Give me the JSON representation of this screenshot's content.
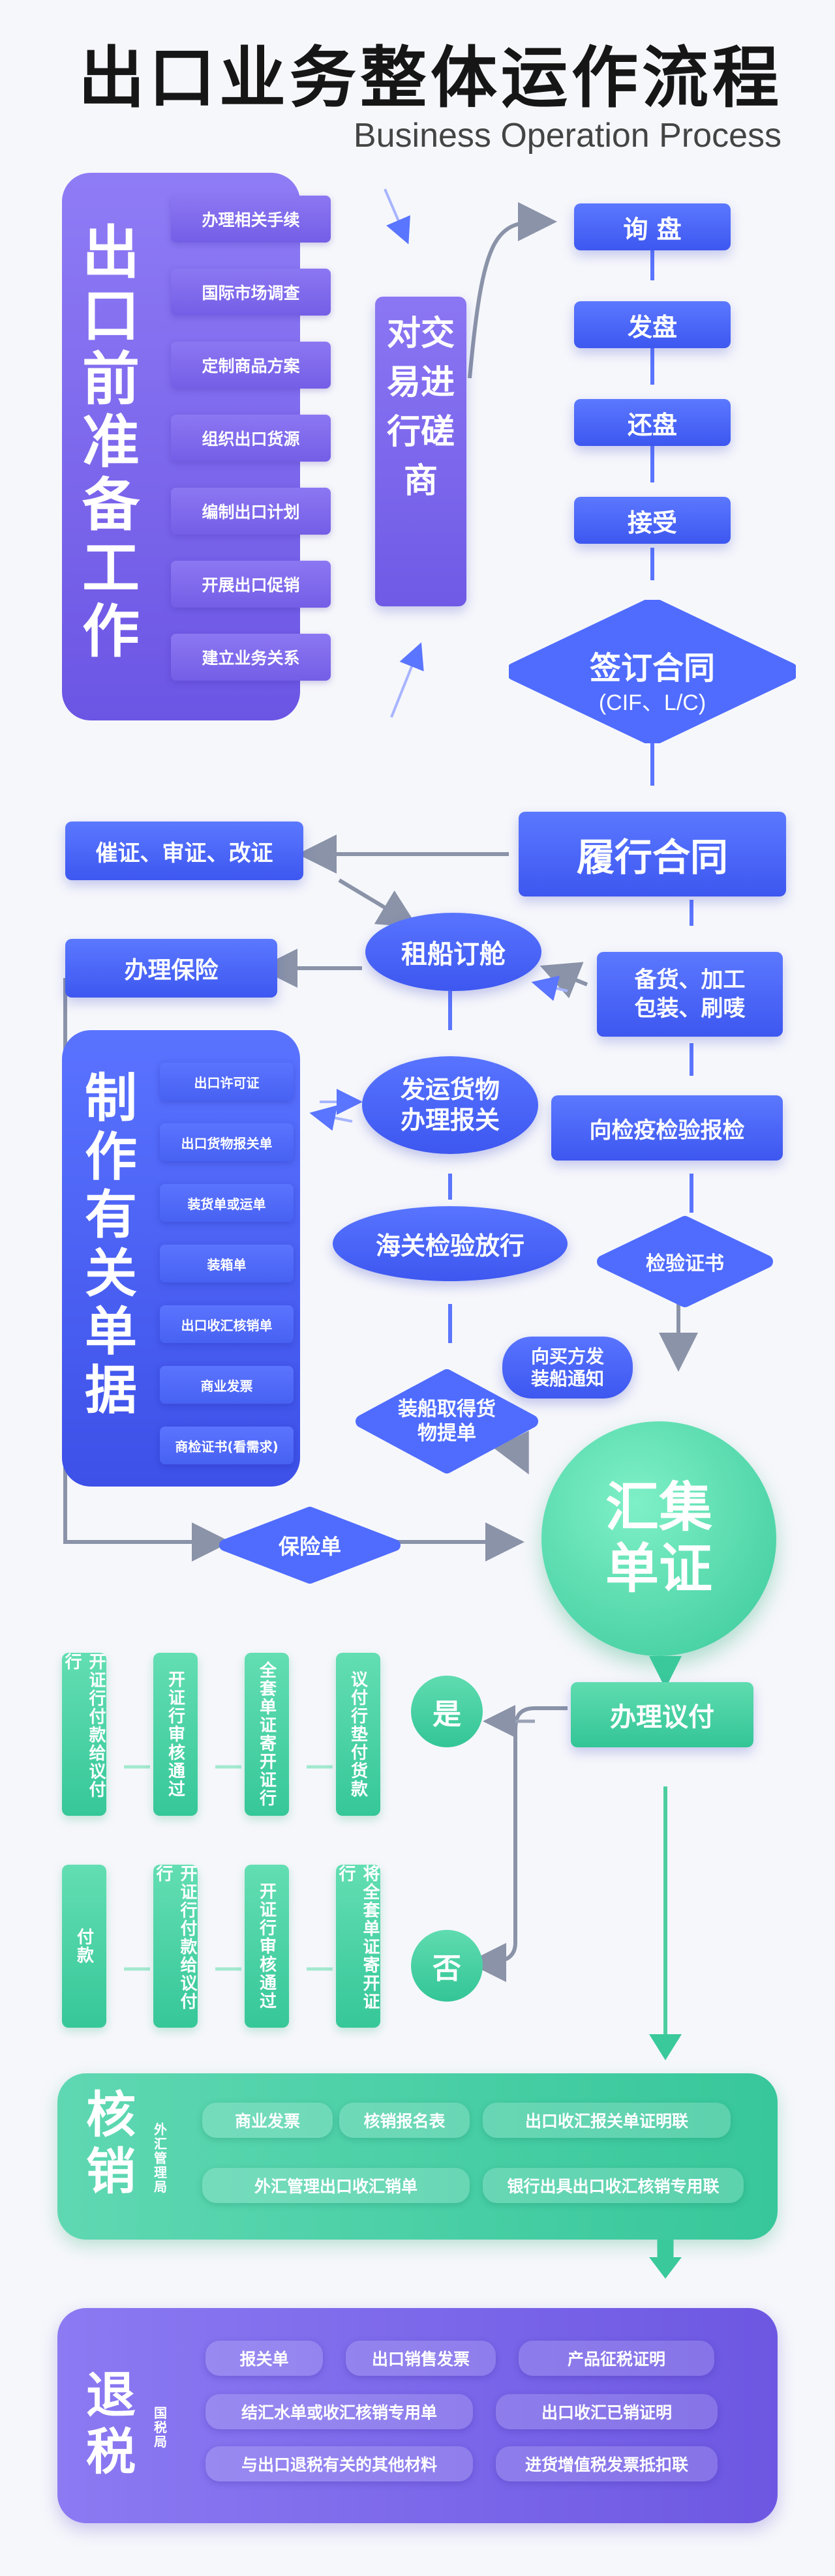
{
  "header": {
    "title": "出口业务整体运作流程",
    "subtitle": "Business Operation Process"
  },
  "pre_export": {
    "title": "出口前准备工作",
    "items": [
      "办理相关手续",
      "国际市场调查",
      "定制商品方案",
      "组织出口货源",
      "编制出口计划",
      "开展出口促销",
      "建立业务关系"
    ]
  },
  "negotiate": {
    "title": "对交易进行磋商"
  },
  "offers": [
    "询 盘",
    "发盘",
    "还盘",
    "接受"
  ],
  "contract": {
    "title": "签订合同",
    "subtitle": "(CIF、L/C)"
  },
  "fulfill": {
    "title": "履行合同"
  },
  "urge": "催证、审证、改证",
  "charter": "租船订舱",
  "prepare_goods": "备货、加工\n包装、刷唛",
  "insurance": "办理保险",
  "docs": {
    "title": "制作有关单据",
    "items": [
      "出口许可证",
      "出口货物报关单",
      "装货单或运单",
      "装箱单",
      "出口收汇核销单",
      "商业发票",
      "商检证书(看需求)"
    ]
  },
  "ship": "发运货物\n办理报关",
  "inspect": "向检疫检验报检",
  "customs": "海关检验放行",
  "certificate": "检验证书",
  "notify": "向买方发\n装船通知",
  "bill": "装船取得货\n物提单",
  "collect": "汇集\n单证",
  "policy": "保险单",
  "negotiation_pay": "办理议付",
  "yes": "是",
  "no": "否",
  "yes_flow": [
    "开证行付款给议付行",
    "开证行审核通过",
    "全套单证寄开证行",
    "议付行垫付货款"
  ],
  "no_flow": [
    "付款",
    "开证行付款给议付行",
    "开证行审核通过",
    "将全套单证寄开证行"
  ],
  "verify": {
    "title": "核销",
    "side": "外汇管理局",
    "items": [
      "商业发票",
      "核销报名表",
      "出口收汇报关单证明联",
      "外汇管理出口收汇销单",
      "银行出具出口收汇核销专用联"
    ]
  },
  "refund": {
    "title": "退税",
    "side": "国税局",
    "items": [
      "报关单",
      "出口销售发票",
      "产品征税证明",
      "结汇水单或收汇核销专用单",
      "出口收汇已销证明",
      "与出口退税有关的其他材料",
      "进货增值税发票抵扣联"
    ]
  }
}
